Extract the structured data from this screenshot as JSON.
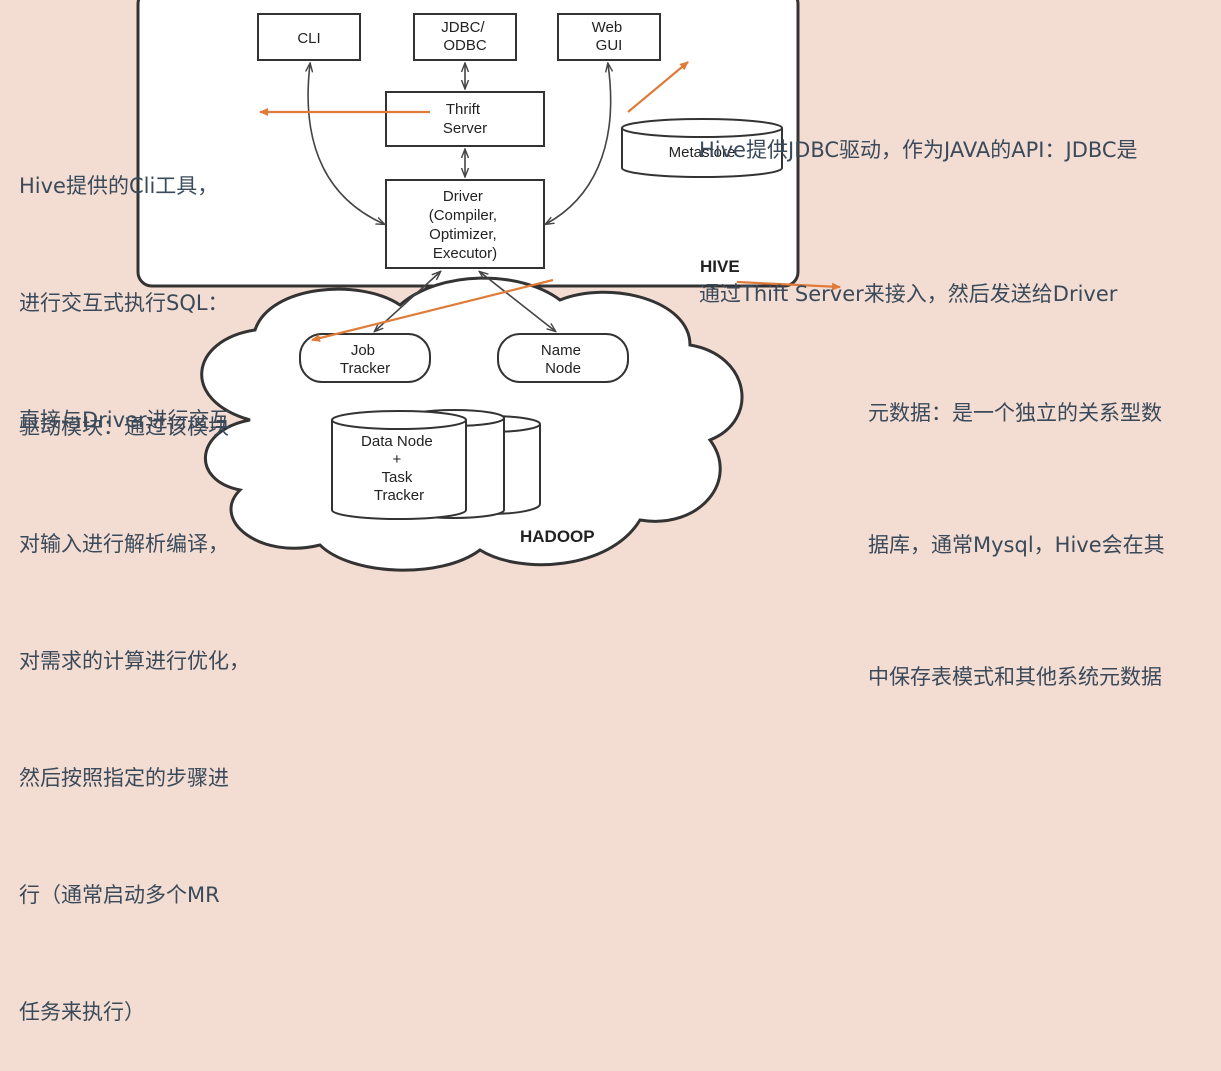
{
  "diagram": {
    "hive": {
      "label": "HIVE",
      "cli": [
        "CLI"
      ],
      "jdbc": [
        "JDBC/",
        "ODBC"
      ],
      "webgui": [
        "Web",
        "GUI"
      ],
      "thrift": [
        "Thrift",
        "Server"
      ],
      "driver": [
        "Driver",
        "(Compiler,",
        "Optimizer,",
        "Executor)"
      ],
      "metastore": [
        "Metastore"
      ]
    },
    "hadoop": {
      "label": "HADOOP",
      "job_tracker": [
        "Job",
        "Tracker"
      ],
      "name_node": [
        "Name",
        "Node"
      ],
      "data_node": [
        "Data Node",
        "+",
        "Task",
        "Tracker"
      ]
    }
  },
  "annotations": {
    "cli": [
      "Hive提供的Cli工具，",
      "进行交互式执行SQL：",
      "直接与Driver进行交互"
    ],
    "jdbc": [
      "Hive提供JDBC驱动，作为JAVA的API：JDBC是",
      "通过Thift Server来接入，然后发送给Driver"
    ],
    "metastore": [
      "元数据：是一个独立的关系型数",
      "据库，通常Mysql，Hive会在其",
      "中保存表模式和其他系统元数据"
    ],
    "driver": [
      "驱动模块：通过该模块",
      "对输入进行解析编译，",
      "对需求的计算进行优化，",
      "然后按照指定的步骤进",
      "行（通常启动多个MR",
      "任务来执行）"
    ]
  },
  "colors": {
    "background": "#f3dcd2",
    "arrow": "#e07b39",
    "text": "#3a4a5a",
    "box_stroke": "#222222"
  }
}
